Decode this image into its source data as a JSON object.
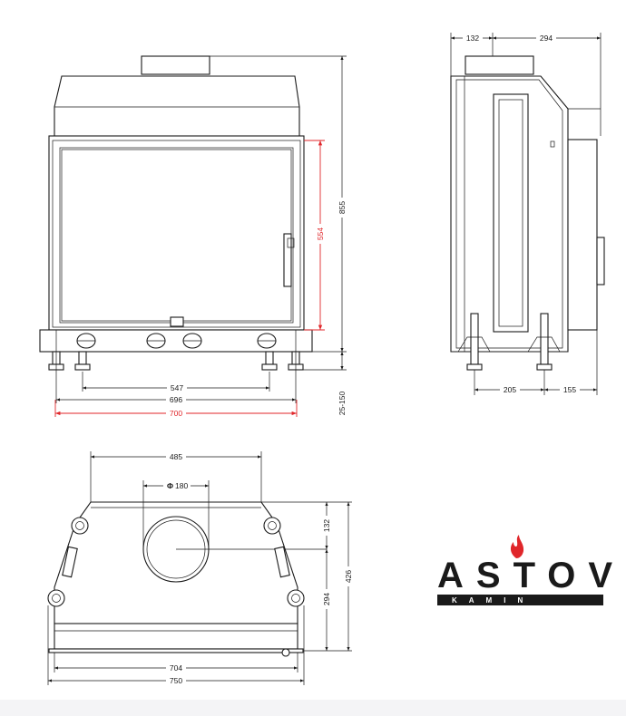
{
  "front_view": {
    "width_547": "547",
    "width_696": "696",
    "width_700": "700",
    "height_554": "554",
    "height_855": "855",
    "feet_range": "25-150"
  },
  "side_view": {
    "top_132": "132",
    "top_294": "294",
    "bottom_205": "205",
    "bottom_155": "155"
  },
  "top_view": {
    "width_485": "485",
    "flue_180": "180",
    "flue_symbol": "Φ",
    "depth_132": "132",
    "depth_294": "294",
    "depth_426": "426",
    "width_704": "704",
    "width_750": "750"
  },
  "logo": {
    "brand": "ASTOV",
    "sub": "KAMIN",
    "flame_color": "#e0262a"
  },
  "colors": {
    "line": "#1a1a1a",
    "accent_dim": "#e0262a"
  }
}
